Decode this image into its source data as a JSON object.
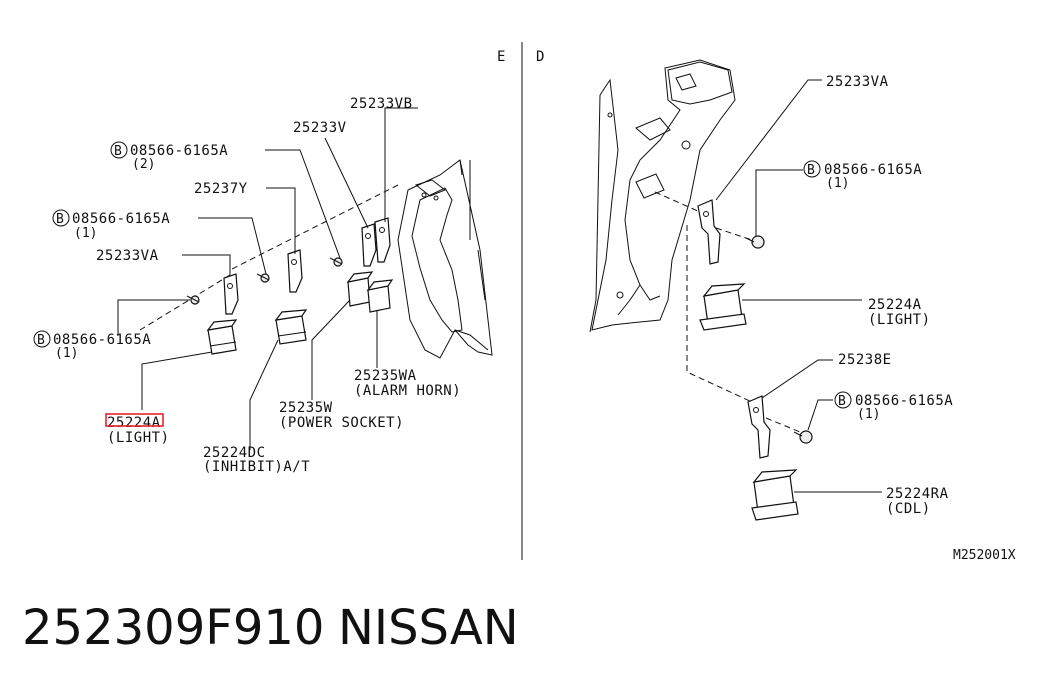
{
  "sections": {
    "left": "E",
    "right": "D"
  },
  "left_labels": {
    "p25233VB": "25233VB",
    "p25233V": "25233V",
    "bolt_top": {
      "code": "08566-6165A",
      "qty": "(2)"
    },
    "p25237Y": "25237Y",
    "bolt_mid": {
      "code": "08566-6165A",
      "qty": "(1)"
    },
    "p25233VA": "25233VA",
    "bolt_low": {
      "code": "08566-6165A",
      "qty": "(1)"
    },
    "p25224A": {
      "code": "25224A",
      "desc": "(LIGHT)"
    },
    "p25224DC": {
      "code": "25224DC",
      "desc": "(INHIBIT)A/T"
    },
    "p25235W": {
      "code": "25235W",
      "desc": "(POWER SOCKET)"
    },
    "p25235WA": {
      "code": "25235WA",
      "desc": "(ALARM HORN)"
    }
  },
  "right_labels": {
    "p25233VA": "25233VA",
    "bolt_top": {
      "code": "08566-6165A",
      "qty": "(1)"
    },
    "p25224A": {
      "code": "25224A",
      "desc": "(LIGHT)"
    },
    "p25238E": "25238E",
    "bolt_low": {
      "code": "08566-6165A",
      "qty": "(1)"
    },
    "p25224RA": {
      "code": "25224RA",
      "desc": "(CDL)"
    }
  },
  "bolt_marker": "B",
  "diagram_code": "M252001X",
  "footer": {
    "part_number": "252309F910",
    "brand": "NISSAN"
  },
  "highlight_color": "#e8262f"
}
